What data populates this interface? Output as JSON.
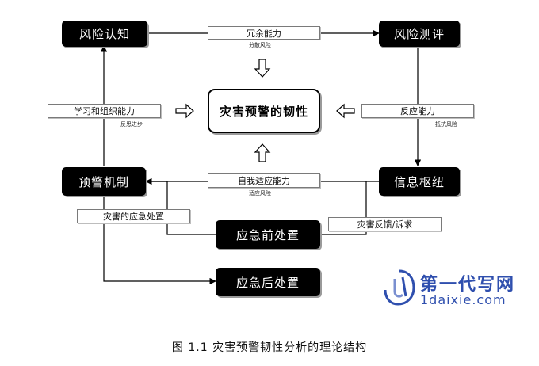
{
  "nodes": {
    "risk_cognition": "风险认知",
    "risk_assessment": "风险测评",
    "warning_mechanism": "预警机制",
    "info_hub": "信息枢纽",
    "pre_emergency": "应急前处置",
    "post_emergency": "应急后处置",
    "center": "灾害预警的韧性"
  },
  "edge_labels": {
    "redundancy": "冗余能力",
    "learning": "学习和组织能力",
    "response": "反应能力",
    "adaptation": "自我适应能力",
    "disaster_handling": "灾害的应急处置",
    "feedback": "灾害反馈/诉求"
  },
  "notes": {
    "disperse_risk": "分散风险",
    "reflect_progress": "反思进步",
    "resist_risk": "抵抗风险",
    "adapt_risk": "适应风险"
  },
  "caption": "图 1.1   灾害预警韧性分析的理论结构",
  "watermark": {
    "cn": "第一代写网",
    "en": "1daixie.com"
  },
  "colors": {
    "node_fill": "#000000",
    "node_text": "#ffffff",
    "watermark": "#2f4fae"
  }
}
